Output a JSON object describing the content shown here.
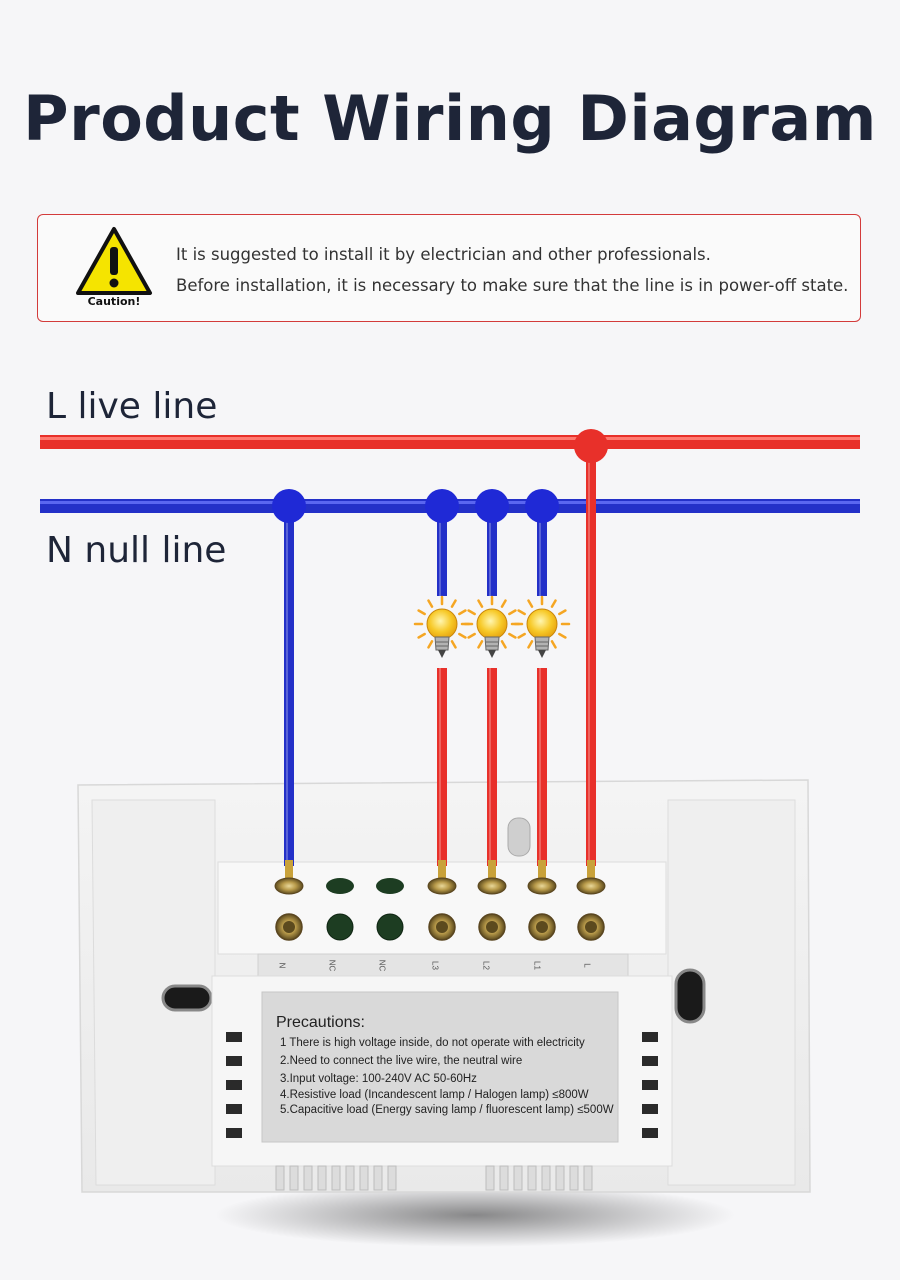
{
  "title": "Product Wiring Diagram",
  "caution": {
    "icon_label": "Caution!",
    "lines": [
      "It is suggested to install it by electrician and other professionals.",
      "Before installation, it is necessary to make sure that the line is in power-off state."
    ]
  },
  "lines": {
    "live": "L live line",
    "null": "N null line"
  },
  "colors": {
    "live": "#e8302a",
    "null": "#2330c8",
    "text": "#1e2538",
    "caution_border": "#d33b3b"
  },
  "terminals": [
    "N",
    "NC",
    "NC",
    "L3",
    "L2",
    "L1",
    "L"
  ],
  "precautions": {
    "title": "Precautions:",
    "items": [
      "1 There is high voltage inside, do not operate with electricity",
      "2.Need to connect the live wire, the neutral wire",
      "3.Input voltage:  100-240V AC 50-60Hz",
      "4.Resistive load (Incandescent lamp / Halogen lamp) ≤800W",
      "5.Capacitive load (Energy saving lamp / fluorescent lamp) ≤500W"
    ]
  }
}
